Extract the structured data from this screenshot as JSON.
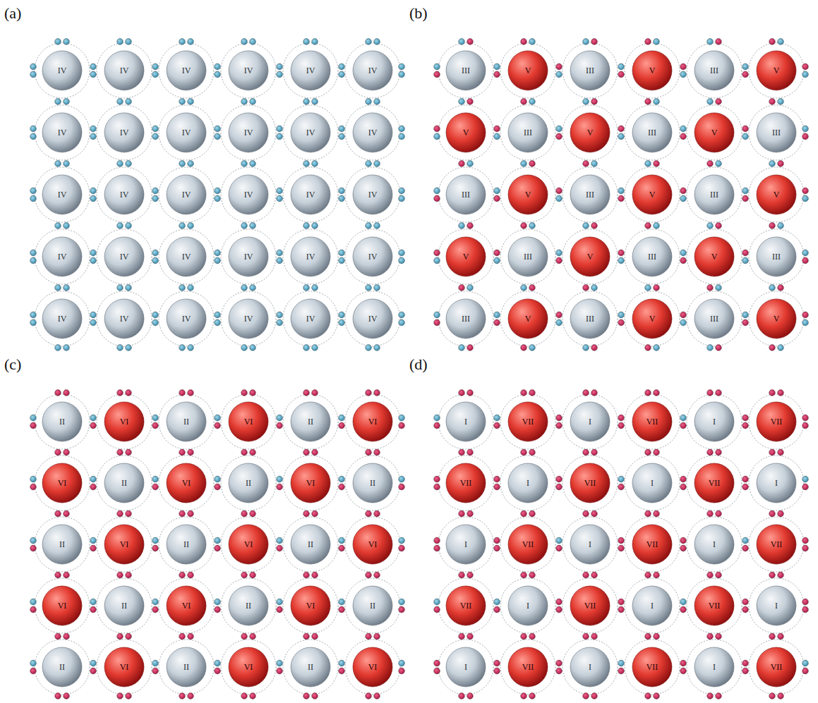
{
  "diagram": {
    "nodes": [
      {
        "text": [
          "IV"
        ]
      },
      {
        "text": [
          "IV"
        ]
      },
      {
        "text": [
          "IV"
        ]
      },
      {
        "text": [
          "IV"
        ]
      },
      {
        "text": [
          "IV"
        ]
      },
      {
        "text": [
          "IV"
        ]
      },
      {
        "text": [
          "IV"
        ]
      },
      {
        "text": [
          "IV"
        ]
      },
      {
        "text": [
          "IV"
        ]
      },
      {
        "text": [
          "IV"
        ]
      },
      {
        "text": [
          "IV"
        ]
      },
      {
        "text": [
          "IV"
        ]
      },
      {
        "text": [
          "IV"
        ]
      },
      {
        "text": [
          "IV"
        ]
      },
      {
        "text": [
          "IV"
        ]
      },
      {
        "text": [
          "IV"
        ]
      },
      {
        "text": [
          "IV"
        ]
      },
      {
        "text": [
          "IV"
        ]
      },
      {
        "text": [
          "IV"
        ]
      },
      {
        "text": [
          "IV"
        ]
      },
      {
        "text": [
          "IV"
        ]
      },
      {
        "text": [
          "IV"
        ]
      },
      {
        "text": [
          "IV"
        ]
      },
      {
        "text": [
          "IV"
        ]
      },
      {
        "text": [
          "IV"
        ]
      },
      {
        "text": [
          "IV"
        ]
      },
      {
        "text": [
          "IV"
        ]
      },
      {
        "text": [
          "IV"
        ]
      },
      {
        "text": [
          "IV"
        ]
      },
      {
        "text": [
          "IV"
        ]
      },
      {
        "text": [
          "III"
        ]
      },
      {
        "text": [
          "V"
        ]
      },
      {
        "text": [
          "III"
        ]
      },
      {
        "text": [
          "V"
        ]
      },
      {
        "text": [
          "III"
        ]
      },
      {
        "text": [
          "V"
        ]
      },
      {
        "text": [
          "V"
        ]
      },
      {
        "text": [
          "III"
        ]
      },
      {
        "text": [
          "V"
        ]
      },
      {
        "text": [
          "III"
        ]
      },
      {
        "text": [
          "V"
        ]
      },
      {
        "text": [
          "III"
        ]
      },
      {
        "text": [
          "III"
        ]
      },
      {
        "text": [
          "V"
        ]
      },
      {
        "text": [
          "III"
        ]
      },
      {
        "text": [
          "V"
        ]
      },
      {
        "text": [
          "III"
        ]
      },
      {
        "text": [
          "V"
        ]
      },
      {
        "text": [
          "V"
        ]
      },
      {
        "text": [
          "III"
        ]
      },
      {
        "text": [
          "V"
        ]
      },
      {
        "text": [
          "III"
        ]
      },
      {
        "text": [
          "V"
        ]
      },
      {
        "text": [
          "III"
        ]
      },
      {
        "text": [
          "III"
        ]
      },
      {
        "text": [
          "V"
        ]
      },
      {
        "text": [
          "III"
        ]
      },
      {
        "text": [
          "V"
        ]
      },
      {
        "text": [
          "III"
        ]
      },
      {
        "text": [
          "V"
        ]
      },
      {
        "text": [
          "II"
        ]
      },
      {
        "text": [
          "VI"
        ]
      },
      {
        "text": [
          "II"
        ]
      },
      {
        "text": [
          "VI"
        ]
      },
      {
        "text": [
          "II"
        ]
      },
      {
        "text": [
          "VI"
        ]
      },
      {
        "text": [
          "VI"
        ]
      },
      {
        "text": [
          "II"
        ]
      },
      {
        "text": [
          "VI"
        ]
      },
      {
        "text": [
          "II"
        ]
      },
      {
        "text": [
          "VI"
        ]
      },
      {
        "text": [
          "II"
        ]
      },
      {
        "text": [
          "II"
        ]
      },
      {
        "text": [
          "VI"
        ]
      },
      {
        "text": [
          "II"
        ]
      },
      {
        "text": [
          "VI"
        ]
      },
      {
        "text": [
          "II"
        ]
      },
      {
        "text": [
          "VI"
        ]
      },
      {
        "text": [
          "VI"
        ]
      },
      {
        "text": [
          "II"
        ]
      },
      {
        "text": [
          "VI"
        ]
      },
      {
        "text": [
          "II"
        ]
      },
      {
        "text": [
          "VI"
        ]
      },
      {
        "text": [
          "II"
        ]
      },
      {
        "text": [
          "II"
        ]
      },
      {
        "text": [
          "VI"
        ]
      },
      {
        "text": [
          "II"
        ]
      },
      {
        "text": [
          "VI"
        ]
      },
      {
        "text": [
          "II"
        ]
      },
      {
        "text": [
          "VI"
        ]
      },
      {
        "text": [
          "I"
        ]
      },
      {
        "text": [
          "VII"
        ]
      },
      {
        "text": [
          "I"
        ]
      },
      {
        "text": [
          "VII"
        ]
      },
      {
        "text": [
          "I"
        ]
      },
      {
        "text": [
          "VII"
        ]
      },
      {
        "text": [
          "VII"
        ]
      },
      {
        "text": [
          "I"
        ]
      },
      {
        "text": [
          "VII"
        ]
      },
      {
        "text": [
          "I"
        ]
      },
      {
        "text": [
          "VII"
        ]
      },
      {
        "text": [
          "I"
        ]
      },
      {
        "text": [
          "I"
        ]
      },
      {
        "text": [
          "VII"
        ]
      },
      {
        "text": [
          "I"
        ]
      },
      {
        "text": [
          "VII"
        ]
      },
      {
        "text": [
          "I"
        ]
      },
      {
        "text": [
          "VII"
        ]
      },
      {
        "text": [
          "VII"
        ]
      },
      {
        "text": [
          "I"
        ]
      },
      {
        "text": [
          "VII"
        ]
      },
      {
        "text": [
          "I"
        ]
      },
      {
        "text": [
          "VII"
        ]
      },
      {
        "text": [
          "I"
        ]
      },
      {
        "text": [
          "I"
        ]
      },
      {
        "text": [
          "VII"
        ]
      },
      {
        "text": [
          "I"
        ]
      },
      {
        "text": [
          "VII"
        ]
      },
      {
        "text": [
          "I"
        ]
      },
      {
        "text": [
          "VII"
        ]
      }
    ],
    "labels": [
      "(a)",
      "(b)",
      "(c)",
      "(d)"
    ]
  }
}
